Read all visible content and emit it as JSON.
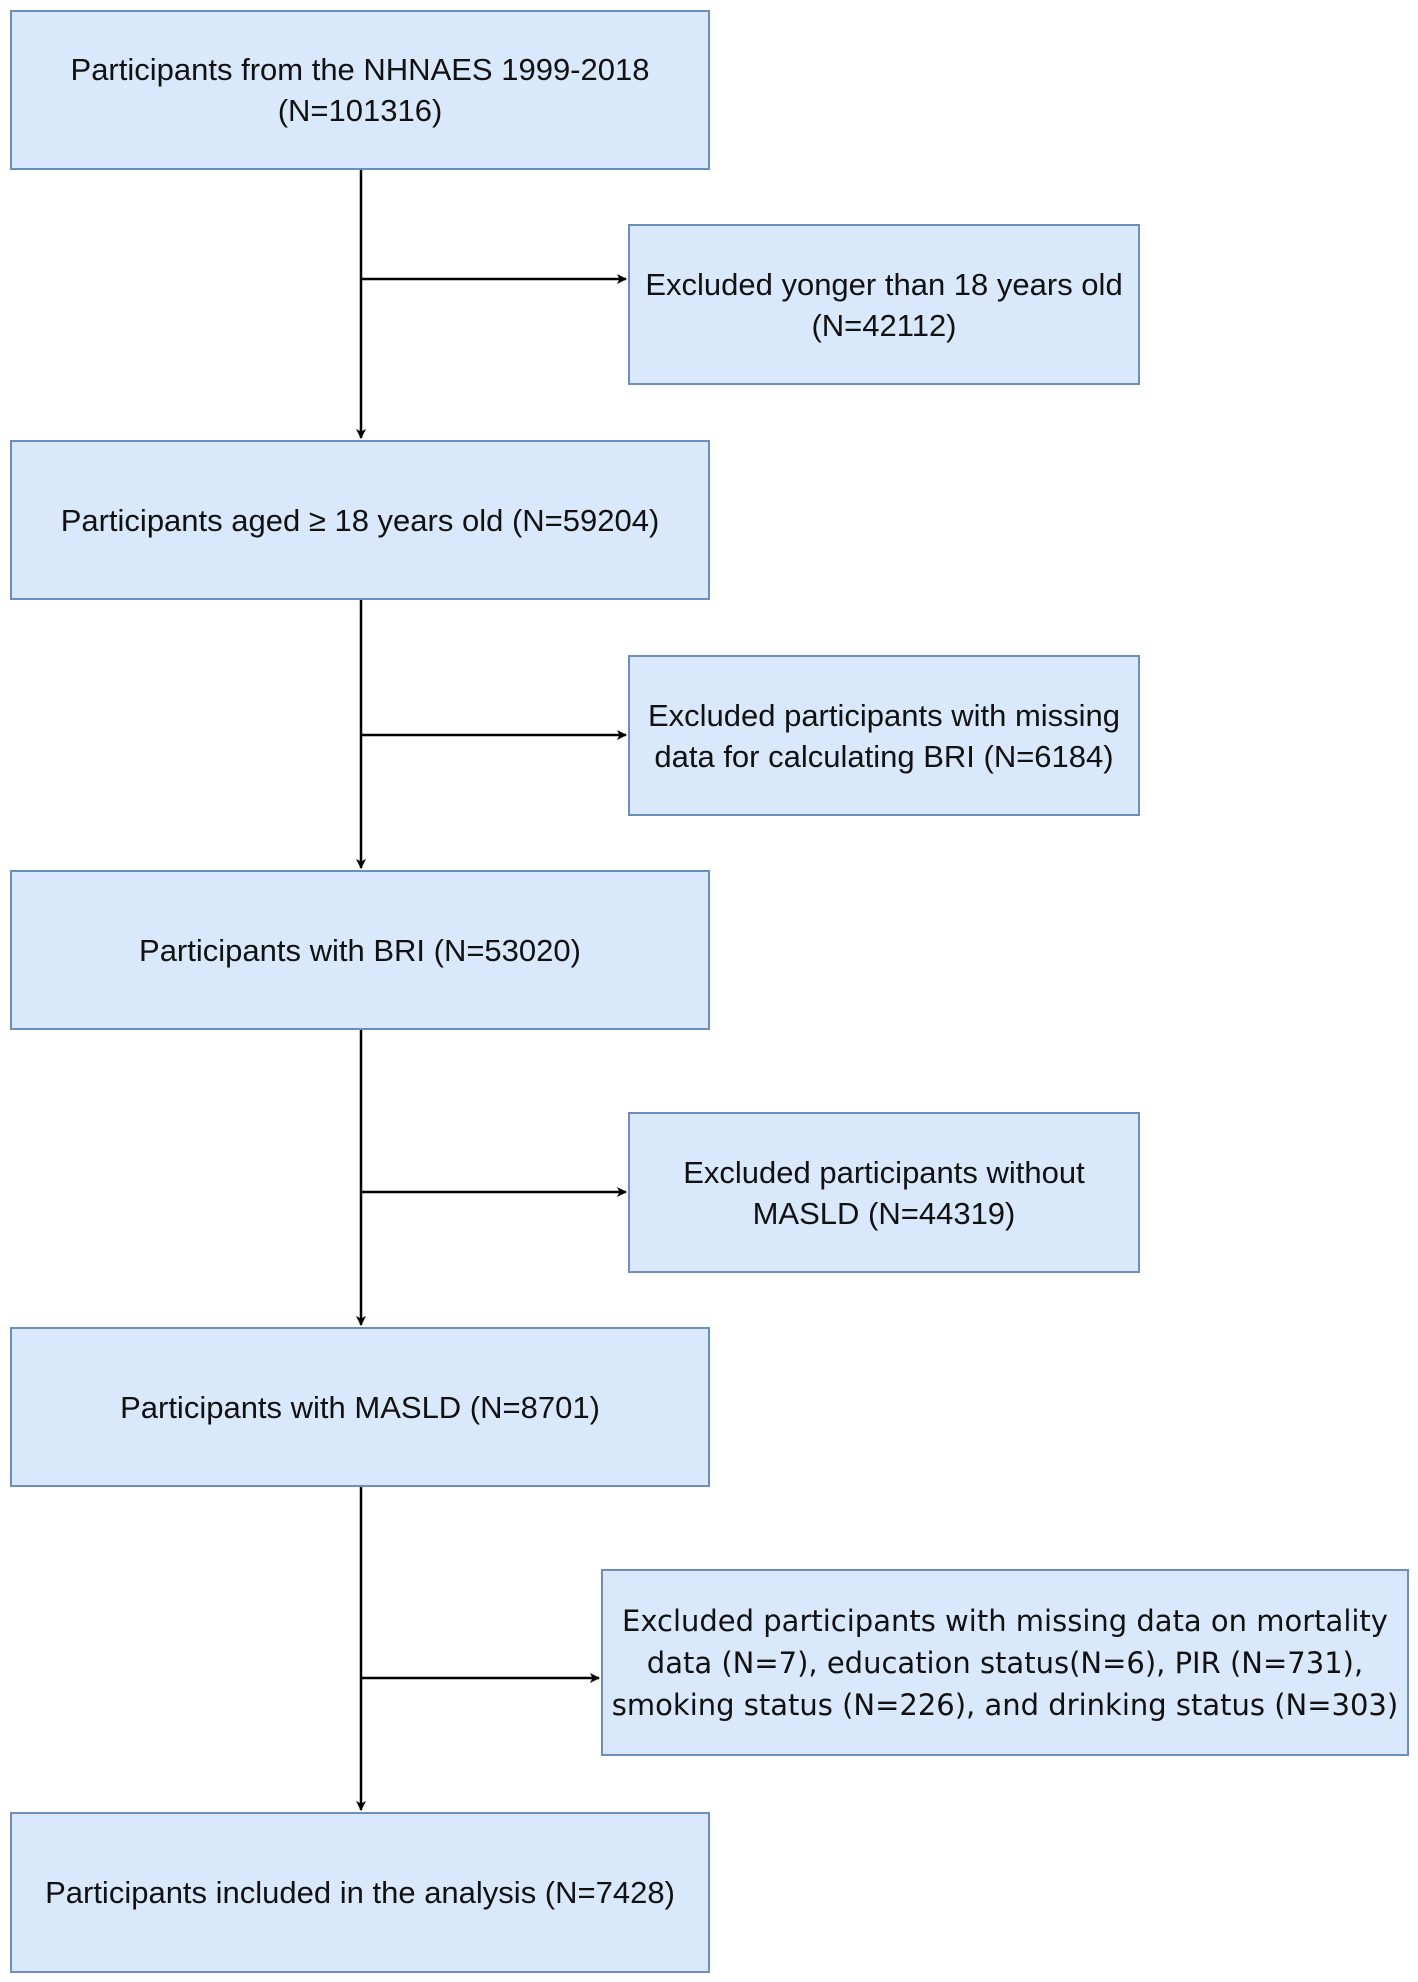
{
  "flowchart": {
    "steps": [
      {
        "text": "Participants from the NHNAES 1999-2018\n(N=101316)"
      },
      {
        "text": "Participants aged ≥ 18 years old (N=59204)"
      },
      {
        "text": "Participants with BRI (N=53020)"
      },
      {
        "text": "Participants with MASLD (N=8701)"
      },
      {
        "text": "Participants included in the analysis (N=7428)"
      }
    ],
    "exclusions": [
      {
        "text": "Excluded yonger than 18 years old\n(N=42112)"
      },
      {
        "text": "Excluded  participants with missing\ndata for calculating BRI  (N=6184)"
      },
      {
        "text": "Excluded  participants without\nMASLD (N=44319)"
      },
      {
        "text": "Excluded participants with missing data on mortality\ndata  (N=7), education status(N=6),  PIR (N=731),\nsmoking status (N=226), and drinking status (N=303)"
      }
    ]
  },
  "colors": {
    "box_fill": "#dae8fc",
    "box_border": "#6c8ebf",
    "connector": "#000000"
  }
}
